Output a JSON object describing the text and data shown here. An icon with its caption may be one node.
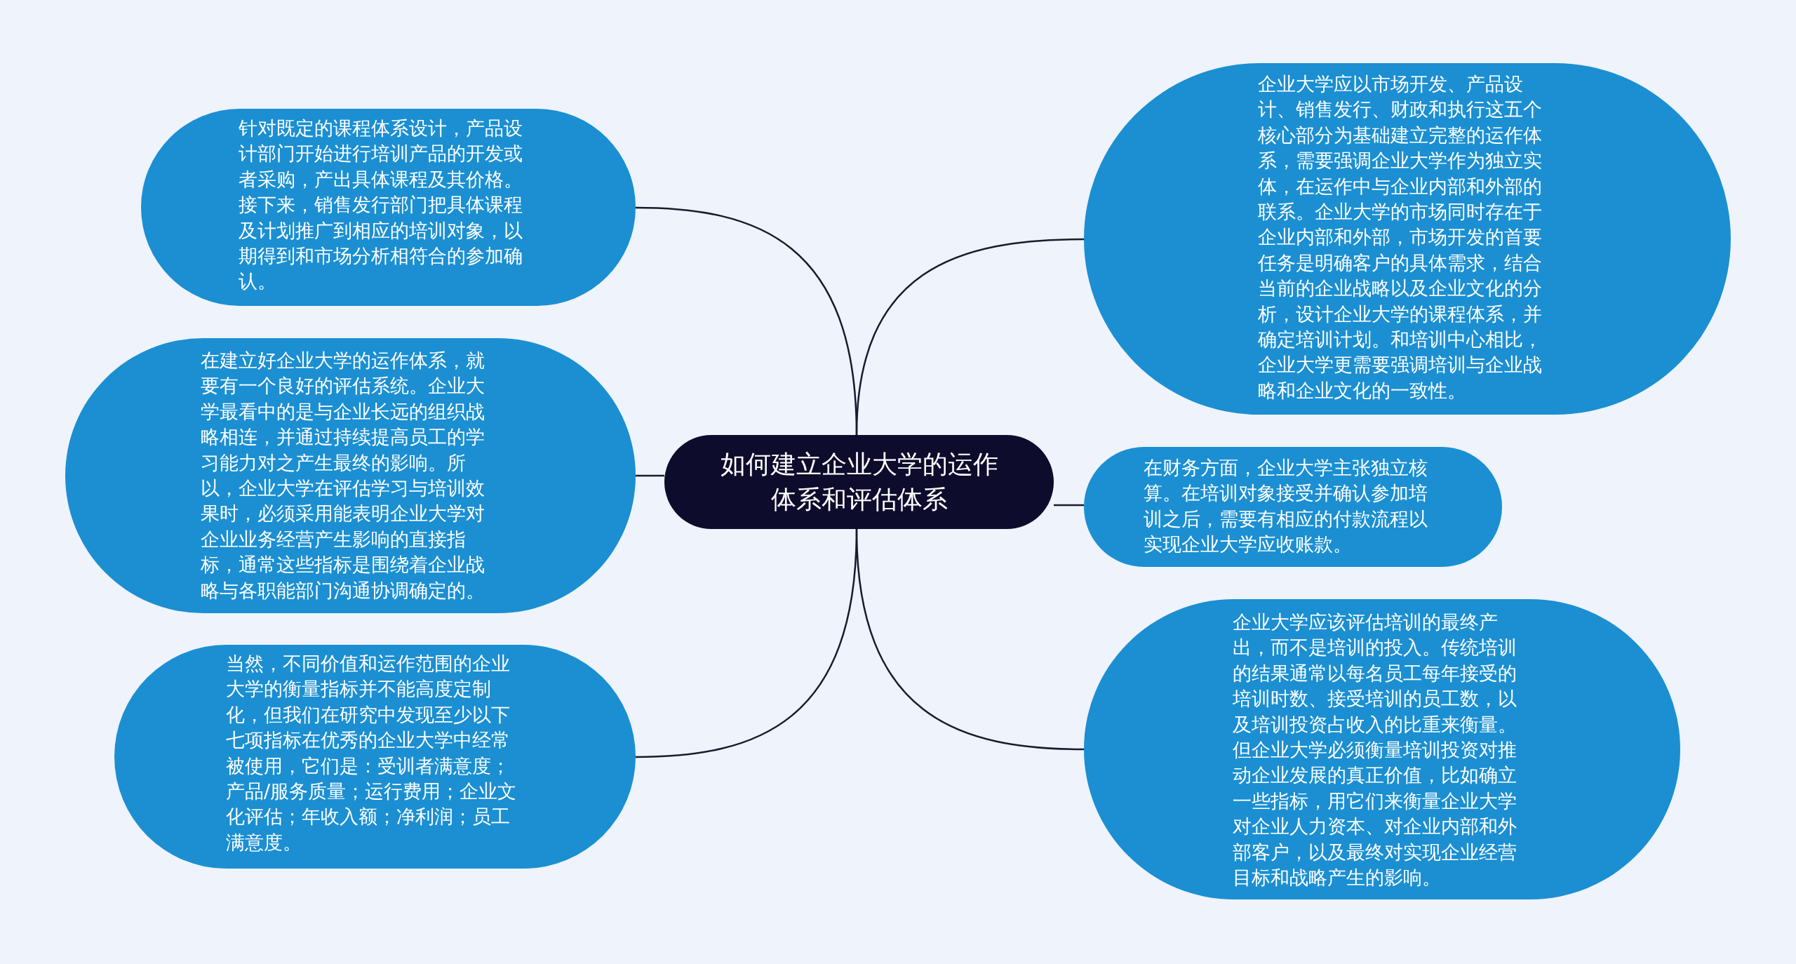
{
  "diagram": {
    "nodes": [
      {
        "text": [
          "如何建立企业大学的运作体系和评估体系"
        ]
      },
      {
        "text": [
          "针对既定的课程体系设计，产品设计部门开始进行培训产品的开发或者采购，产出具体课程及其价格。接下来，销售发行部门把具体课程及计划推广到相应的培训对象，以期得到和市场分析相符合的参加确认。"
        ]
      },
      {
        "text": [
          "在建立好企业大学的运作体系，就要有一个良好的评估系统。企业大学最看中的是与企业长远的组织战略相连，并通过持续提高员工的学习能力对之产生最终的影响。所以，企业大学在评估学习与培训效果时，必须采用能表明企业大学对企业业务经营产生影响的直接指标，通常这些指标是围绕着企业战略与各职能部门沟通协调确定的。"
        ]
      },
      {
        "text": [
          "当然，不同价值和运作范围的企业大学的衡量指标并不能高度定制化，但我们在研究中发现至少以下七项指标在优秀的企业大学中经常被使用，它们是：受训者满意度；产品/服务质量；运行费用；企业文化评估；年收入额；净利润；员工满意度。"
        ]
      },
      {
        "text": [
          "企业大学应以市场开发、产品设计、销售发行、财政和执行这五个核心部分为基础建立完整的运作体系，需要强调企业大学作为独立实体，在运作中与企业内部和外部的联系。企业大学的市场同时存在于企业内部和外部，市场开发的首要任务是明确客户的具体需求，结合当前的企业战略以及企业文化的分析，设计企业大学的课程体系，并确定培训计划。和培训中心相比，企业大学更需要强调培训与企业战略和企业文化的一致性。"
        ]
      },
      {
        "text": [
          "在财务方面，企业大学主张独立核算。在培训对象接受并确认参加培训之后，需要有相应的付款流程以实现企业大学应收账款。"
        ]
      },
      {
        "text": [
          "企业大学应该评估培训的最终产出，而不是培训的投入。传统培训的结果通常以每名员工每年接受的培训时数、接受培训的员工数，以及培训投资占收入的比重来衡量。但企业大学必须衡量培训投资对推动企业发展的真正价值，比如确立一些指标，用它们来衡量企业大学对企业人力资本、对企业内部和外部客户，以及最终对实现企业经营目标和战略产生的影响。"
        ]
      }
    ],
    "edges": [
      {
        "from": 0,
        "to": 1,
        "arrow": "none"
      },
      {
        "from": 0,
        "to": 2,
        "arrow": "none"
      },
      {
        "from": 0,
        "to": 3,
        "arrow": "none"
      },
      {
        "from": 0,
        "to": 4,
        "arrow": "none"
      },
      {
        "from": 0,
        "to": 5,
        "arrow": "none"
      },
      {
        "from": 0,
        "to": 6,
        "arrow": "none"
      }
    ]
  }
}
